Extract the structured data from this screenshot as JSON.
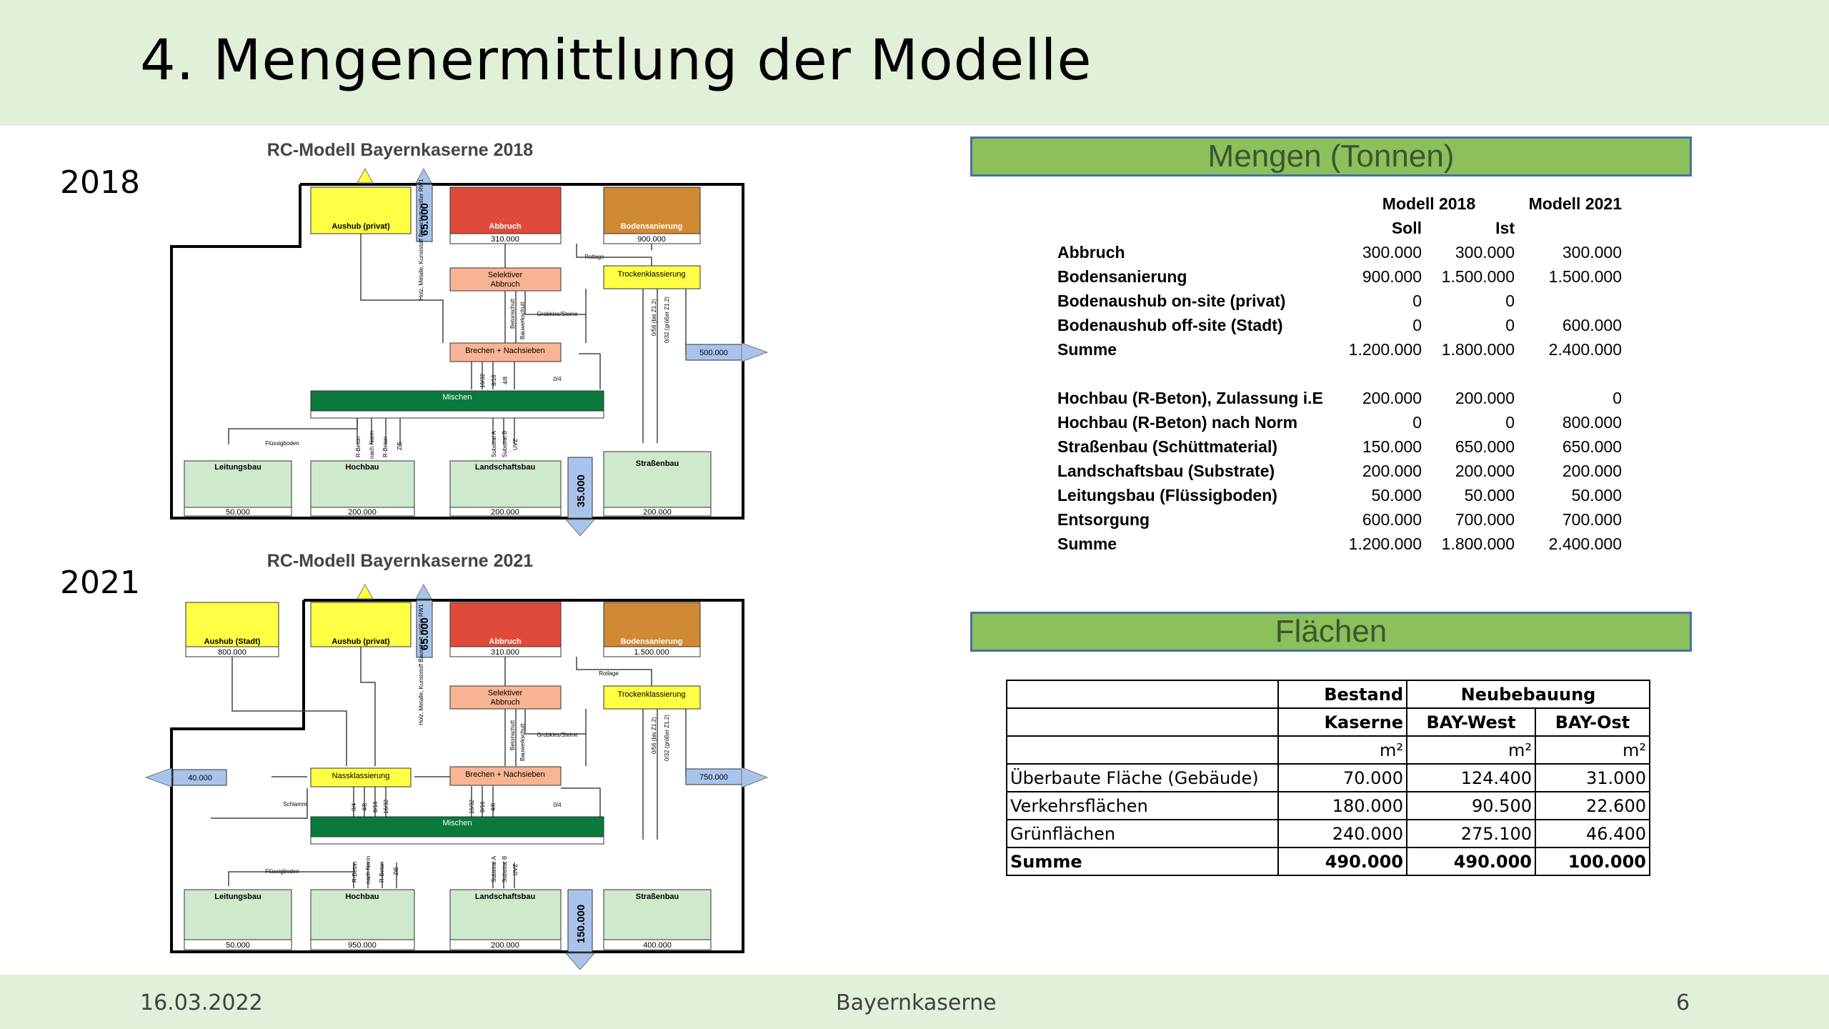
{
  "title": "4. Mengenermittlung der Modelle",
  "footer": {
    "date": "16.03.2022",
    "center": "Bayernkaserne",
    "page": "6"
  },
  "years": {
    "top": "2018",
    "bottom": "2021"
  },
  "diagram_2018": {
    "title": "RC-Modell Bayernkaserne 2018",
    "aushub_privat": "Aushub (privat)",
    "vert_65": "65.000",
    "vert_65_text": "Holz, Metalle, Kunststoff Bauschutt größer RW1",
    "abbruch": "Abbruch",
    "abbruch_val": "310.000",
    "bodensanierung": "Bodensanierung",
    "bodensanierung_val": "900.000",
    "selektiver": "Selektiver",
    "abbruch2": "Abbruch",
    "trocken": "Trockenklassierung",
    "rotlage": "Rotlage",
    "betonschutt": "Betonschutt",
    "bauwerkschutt": "Bauwerkschutt",
    "grobkies": "Grobkies/Steine",
    "v056": "0/56 (bis Z1.2)",
    "v032": "0/32 (größer Z1.2)",
    "brechen": "Brechen + Nachsieben",
    "out_500": "500.000",
    "k1632": "16/32",
    "k816": "8/16",
    "k48": "4/8",
    "k04": "0/4",
    "mischen": "Mischen",
    "fluessigboden": "Flüssigboden",
    "rbeton": "R-Beton",
    "nachnorm": "nach Norm",
    "rbeton2": "R-Beton",
    "zie": "ZiE",
    "subA": "Substrat A",
    "subB": "Substrat B",
    "uvz": "UVZ",
    "leitungsbau": "Leitungsbau",
    "leitungsbau_val": "50.000",
    "hochbau": "Hochbau",
    "hochbau_val": "200.000",
    "landschaftsbau": "Landschaftsbau",
    "landschaftsbau_val": "200.000",
    "strassenbau": "Straßenbau",
    "strassenbau_val": "200.000",
    "vert_35": "35.000"
  },
  "diagram_2021": {
    "title": "RC-Modell Bayernkaserne 2021",
    "aushub_stadt": "Aushub (Stadt)",
    "aushub_stadt_val": "800.000",
    "aushub_privat": "Aushub (privat)",
    "vert_65": "65.000",
    "vert_65_text": "Holz, Metalle, Kunststoff Bauschutt größer RW1",
    "abbruch": "Abbruch",
    "abbruch_val": "310.000",
    "bodensanierung": "Bodensanierung",
    "bodensanierung_val": "1.500.000",
    "selektiver": "Selektiver",
    "abbruch2": "Abbruch",
    "trocken": "Trockenklassierung",
    "rotlage": "Rotlage",
    "betonschutt": "Betonschutt",
    "bauwerkschutt": "Bauwerkschutt",
    "grobkies": "Grobkies/Steine",
    "v056": "0/56 (bis Z1.2)",
    "v032": "0/32 (größer Z1.2)",
    "out_40": "40.000",
    "nass": "Nassklassierung",
    "brechen": "Brechen + Nachsieben",
    "out_750": "750.000",
    "schlamm": "Schlamm",
    "k04a": "0/4",
    "k48a": "4/8",
    "k816a": "8/16",
    "k1632a": "16/32",
    "k1632": "16/32",
    "k816": "8/16",
    "k48": "4/8",
    "k04": "0/4",
    "mischen": "Mischen",
    "fluessigboden": "Flüssigboden",
    "rbeton": "R-Beton",
    "nachnorm": "nach Norm",
    "rbeton2": "R-Beton",
    "zie": "ZiE",
    "subA": "Substrat A",
    "subB": "Substrat B",
    "uvz": "UVZ",
    "leitungsbau": "Leitungsbau",
    "leitungsbau_val": "50.000",
    "hochbau": "Hochbau",
    "hochbau_val": "950.000",
    "landschaftsbau": "Landschaftsbau",
    "landschaftsbau_val": "200.000",
    "strassenbau": "Straßenbau",
    "strassenbau_val": "400.000",
    "vert_150": "150.000"
  },
  "mengen": {
    "heading": "Mengen (Tonnen)",
    "col_modell2018": "Modell 2018",
    "col_modell2021": "Modell 2021",
    "col_soll": "Soll",
    "col_ist": "Ist",
    "rows": [
      {
        "label": "Abbruch",
        "soll": "300.000",
        "ist": "300.000",
        "m2021": "300.000"
      },
      {
        "label": "Bodensanierung",
        "soll": "900.000",
        "ist": "1.500.000",
        "m2021": "1.500.000"
      },
      {
        "label": "Bodenaushub on-site (privat)",
        "soll": "0",
        "ist": "0",
        "m2021": ""
      },
      {
        "label": "Bodenaushub off-site (Stadt)",
        "soll": "0",
        "ist": "0",
        "m2021": "600.000"
      },
      {
        "label": "Summe",
        "soll": "1.200.000",
        "ist": "1.800.000",
        "m2021": "2.400.000"
      },
      {
        "label": "",
        "soll": "",
        "ist": "",
        "m2021": ""
      },
      {
        "label": "Hochbau (R-Beton), Zulassung i.E",
        "soll": "200.000",
        "ist": "200.000",
        "m2021": "0"
      },
      {
        "label": "Hochbau (R-Beton) nach Norm",
        "soll": "0",
        "ist": "0",
        "m2021": "800.000"
      },
      {
        "label": "Straßenbau (Schüttmaterial)",
        "soll": "150.000",
        "ist": "650.000",
        "m2021": "650.000"
      },
      {
        "label": "Landschaftsbau (Substrate)",
        "soll": "200.000",
        "ist": "200.000",
        "m2021": "200.000"
      },
      {
        "label": "Leitungsbau (Flüssigboden)",
        "soll": "50.000",
        "ist": "50.000",
        "m2021": "50.000"
      },
      {
        "label": "Entsorgung",
        "soll": "600.000",
        "ist": "700.000",
        "m2021": "700.000"
      },
      {
        "label": "Summe",
        "soll": "1.200.000",
        "ist": "1.800.000",
        "m2021": "2.400.000"
      }
    ]
  },
  "flaechen": {
    "heading": "Flächen",
    "h_bestand": "Bestand",
    "h_neubebauung": "Neubebauung",
    "h_kaserne": "Kaserne",
    "h_baywest": "BAY-West",
    "h_bayost": "BAY-Ost",
    "unit": "m²",
    "rows": [
      {
        "label": "Überbaute Fläche (Gebäude)",
        "kaserne": "70.000",
        "west": "124.400",
        "ost": "31.000"
      },
      {
        "label": "Verkehrsflächen",
        "kaserne": "180.000",
        "west": "90.500",
        "ost": "22.600"
      },
      {
        "label": "Grünflächen",
        "kaserne": "240.000",
        "west": "275.100",
        "ost": "46.400"
      },
      {
        "label": "Summe",
        "kaserne": "490.000",
        "west": "490.000",
        "ost": "100.000"
      }
    ]
  },
  "colors": {
    "header_bg": "#e2efd9",
    "section_green": "#8bc05b",
    "section_border": "#4a6fa5",
    "box_yellow": "#ffff44",
    "box_red": "#e04a3a",
    "box_orange": "#d08a34",
    "box_salmon": "#f8b494",
    "box_green_light": "#cfe9cc",
    "box_dark_green": "#0a7a3c",
    "box_blue": "#a9c4ec"
  }
}
